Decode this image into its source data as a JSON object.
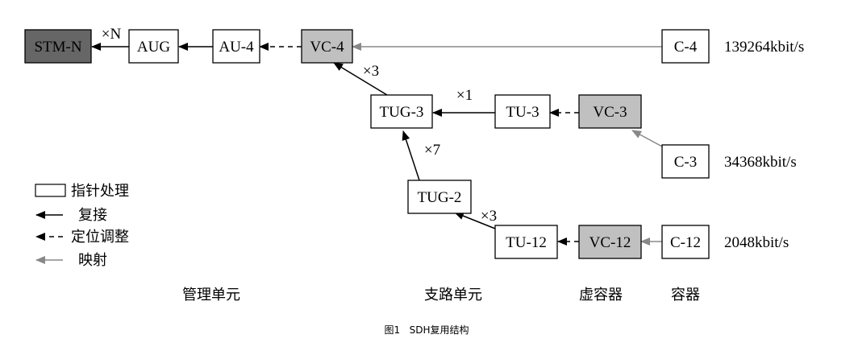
{
  "colors": {
    "pointer_box": "#ffffff",
    "virtual_container": "#c0c0c0",
    "stm": "#666666",
    "mapping_line": "#888888"
  },
  "boxes": {
    "stm_n": "STM-N",
    "aug": "AUG",
    "au4": "AU-4",
    "vc4": "VC-4",
    "c4": "C-4",
    "tug3": "TUG-3",
    "tu3": "TU-3",
    "vc3": "VC-3",
    "c3": "C-3",
    "tug2": "TUG-2",
    "tu12": "TU-12",
    "vc12": "VC-12",
    "c12": "C-12"
  },
  "multipliers": {
    "aug_to_stm": "×N",
    "tug3_to_vc4": "×3",
    "tu3_to_tug3": "×1",
    "tug2_to_tug3": "×7",
    "tu12_to_tug2": "×3"
  },
  "rates": {
    "c4": "139264kbit/s",
    "c3": "34368kbit/s",
    "c12": "2048kbit/s"
  },
  "legend": {
    "pointer": "指针处理",
    "multiplex": "复接",
    "align": "定位调整",
    "map": "映射"
  },
  "categories": {
    "management": "管理单元",
    "tributary": "支路单元",
    "virtual": "虚容器",
    "container": "容器"
  },
  "caption": "图1   SDH复用结构"
}
